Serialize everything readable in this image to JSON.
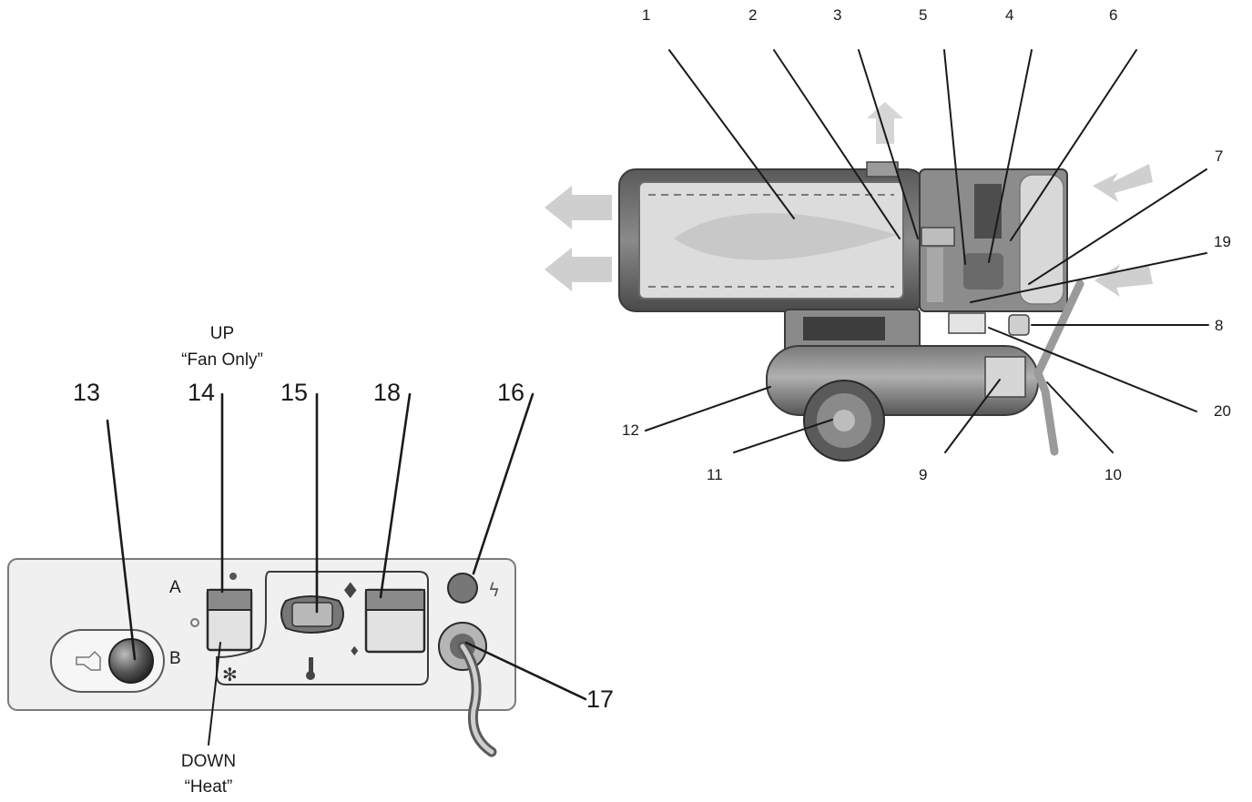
{
  "heater": {
    "callouts": [
      {
        "id": "1",
        "text": "1"
      },
      {
        "id": "2",
        "text": "2"
      },
      {
        "id": "3",
        "text": "3"
      },
      {
        "id": "5",
        "text": "5"
      },
      {
        "id": "4",
        "text": "4"
      },
      {
        "id": "6",
        "text": "6"
      },
      {
        "id": "7",
        "text": "7"
      },
      {
        "id": "19",
        "text": "19"
      },
      {
        "id": "8",
        "text": "8"
      },
      {
        "id": "20",
        "text": "20"
      },
      {
        "id": "12",
        "text": "12"
      },
      {
        "id": "11",
        "text": "11"
      },
      {
        "id": "9",
        "text": "9"
      },
      {
        "id": "10",
        "text": "10"
      }
    ]
  },
  "panel": {
    "callouts": [
      {
        "id": "13",
        "text": "13"
      },
      {
        "id": "14",
        "text": "14"
      },
      {
        "id": "15",
        "text": "15"
      },
      {
        "id": "18",
        "text": "18"
      },
      {
        "id": "16",
        "text": "16"
      },
      {
        "id": "17",
        "text": "17"
      }
    ],
    "switch_up_line1": "UP",
    "switch_up_line2": "“Fan Only”",
    "switch_down_line1": "DOWN",
    "switch_down_line2": "“Heat”",
    "position_a": "A",
    "position_b": "B"
  },
  "colors": {
    "ink": "#1a1a1a",
    "body_gray": "#8f8f8f",
    "light_gray": "#d2d2d2",
    "panel_fill": "#efefef"
  }
}
